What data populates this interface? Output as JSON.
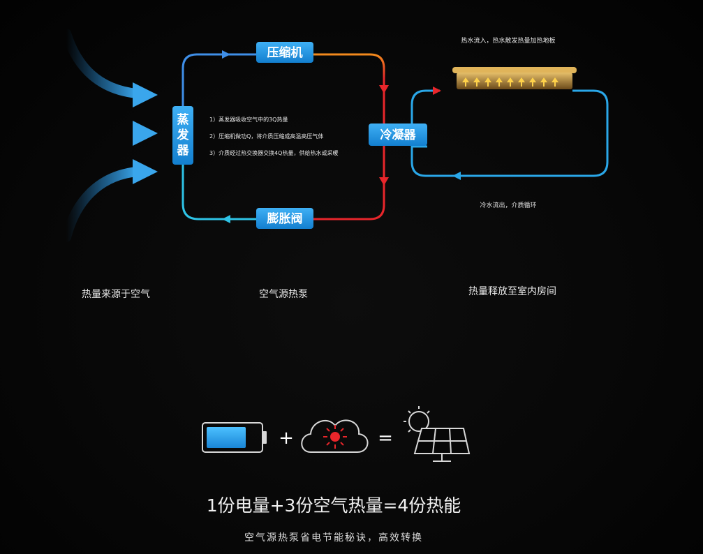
{
  "nodes": {
    "compressor": "压缩机",
    "evaporator": [
      "蒸",
      "发",
      "器"
    ],
    "condenser": "冷凝器",
    "expansion_valve": "膨胀阀"
  },
  "steps": [
    "1）蒸发器吸收空气中的3Q热量",
    "2）压缩机做功Q，将介质压缩成高温高压气体",
    "3）介质经过热交换器交换4Q热量，供给热水或采暖"
  ],
  "notes": {
    "hot_water_in": "热水流入，热水散发热量加热地板",
    "cold_water_out": "冷水流出，介质循环"
  },
  "captions": {
    "left": "热量来源于空气",
    "center": "空气源热泵",
    "right": "热量释放至室内房间"
  },
  "equation": {
    "plus": "+",
    "equals": "=",
    "formula": "1份电量+3份空气热量=4份热能",
    "tagline": "空气源热泵省电节能秘诀，高效转换"
  },
  "icons": {
    "wind": "wind-arrows-icon",
    "battery": "battery-icon",
    "cloud": "cloud-sun-icon",
    "solar": "solar-panel-icon",
    "floor_heater": "floor-heater-icon"
  },
  "colors": {
    "node_fill": "#1f8fdc",
    "cold_line": "#2aa7e8",
    "warm_line": "#f08a1e",
    "hot_line": "#e8262b",
    "battery_fill": "#2aa3ee",
    "star": "#e8262b",
    "heater_gold": "#e0b45a"
  }
}
